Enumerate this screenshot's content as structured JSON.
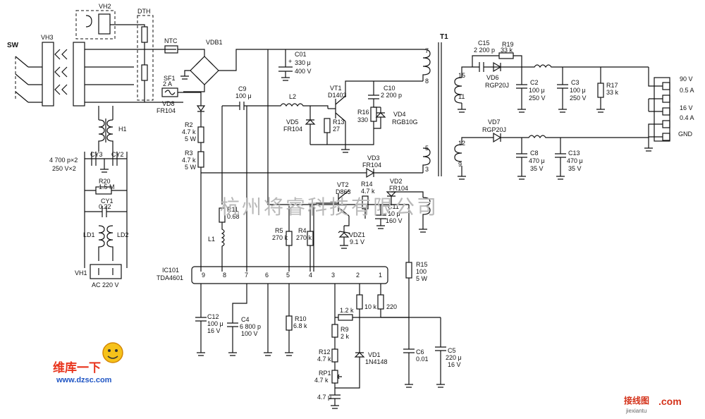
{
  "labels": {
    "sw": "SW",
    "vh3": "VH3",
    "vh2": "VH2",
    "dth": "DTH",
    "ntc": "NTC",
    "vdb1": "VDB1",
    "sf1": "SF1",
    "sf1_val": "2 A",
    "vd8": "VD8",
    "vd8_val": "FR104",
    "r2": "R2",
    "r2_val1": "4.7 k",
    "r2_val2": "5 W",
    "r3": "R3",
    "r3_val1": "4.7 k",
    "r3_val2": "5 W",
    "h1": "H1",
    "cy_val1": "4 700 p×2",
    "cy_val2": "250 V×2",
    "cy3": "CY3",
    "cy2": "CY2",
    "r20": "R20",
    "r20_val": "1.5 M",
    "cy1": "CY1",
    "cy1_val": "0.22",
    "ld1": "LD1",
    "ld2": "LD2",
    "vh1": "VH1",
    "ac": "AC 220 V",
    "c01": "C01",
    "c01_val1": "330 μ",
    "c01_val2": "400 V",
    "c9": "C9",
    "c9_val": "100 μ",
    "l2": "L2",
    "vt1": "VT1",
    "vt1_val": "D1403",
    "c10": "C10",
    "c10_val": "2 200 p",
    "vd5": "VD5",
    "vd5_val": "FR104",
    "r13": "R13",
    "r13_val": "27",
    "r16": "R16",
    "r16_val": "330",
    "vd4": "VD4",
    "vd4_val": "RGB10G",
    "vd3": "VD3",
    "vd3_val": "FR104",
    "vt2": "VT2",
    "vt2_val": "D863",
    "r14": "R14",
    "r14_val": "4.7 k",
    "vd2": "VD2",
    "vd2_val": "FR104",
    "r11": "R11",
    "r11_val": "0.68",
    "c11": "C11",
    "c11_val1": "10 μ",
    "c11_val2": "160 V",
    "vdz1": "VDZ1",
    "vdz1_val": "9.1 V",
    "l1": "L1",
    "r5": "R5",
    "r5_val": "270 k",
    "r4": "R4",
    "r4_val": "270 k",
    "ic101": "IC101",
    "ic101_val": "TDA4601",
    "r15": "R15",
    "r15_val1": "100",
    "r15_val2": "5 W",
    "c12": "C12",
    "c12_val1": "100 μ",
    "c12_val2": "16 V",
    "c4": "C4",
    "c4_val1": "6 800 p",
    "c4_val2": "100 V",
    "r10": "R10",
    "r10_val": "6.8 k",
    "r_12k": "1.2 k",
    "r_10k": "10 k",
    "r_220": "220",
    "r9": "R9",
    "r9_val": "2 k",
    "r12": "R12",
    "r12_val": "4.7 k",
    "rp1": "RP1",
    "rp1_val": "4.7 k",
    "vd1": "VD1",
    "vd1_val": "1N4148",
    "c6": "C6",
    "c6_val": "0.01",
    "c5": "C5",
    "c5_val1": "220 μ",
    "c5_val2": "16 V",
    "bot_47k": "4.7 μ",
    "t1": "T1",
    "c15": "C15",
    "c15_val": "2 200 p",
    "r19": "R19",
    "r19_val": "33 k",
    "vd6": "VD6",
    "vd6_val": "RGP20J",
    "c2": "C2",
    "c2_val1": "100 μ",
    "c2_val2": "250 V",
    "c3": "C3",
    "c3_val1": "100 μ",
    "c3_val2": "250 V",
    "r17": "R17",
    "r17_val": "33 k",
    "out_90v": "90 V",
    "out_05a": "0.5 A",
    "out_16v": "16 V",
    "out_04a": "0.4 A",
    "out_gnd": "GND",
    "vd7": "VD7",
    "vd7_val": "RGP20J",
    "c8": "C8",
    "c8_val1": "470 μ",
    "c8_val2": "35 V",
    "c13": "C13",
    "c13_val1": "470 μ",
    "c13_val2": "35 V",
    "pin15": "15",
    "pin11": "11",
    "pin12": "12",
    "pin9": "9",
    "pin7": "7",
    "pin8": "8",
    "pin5": "5",
    "pin3": "3",
    "ic_p9": "9",
    "ic_p8": "8",
    "ic_p7": "7",
    "ic_p6": "6",
    "ic_p5": "5",
    "ic_p4": "4",
    "ic_p3": "3",
    "ic_p2": "2",
    "ic_p1": "1"
  },
  "watermark": "杭州将睿科技有限公司",
  "logo": {
    "line1": "维库一下",
    "url": "www.dzsc.com"
  },
  "corner_logo": {
    "text1": "接线图",
    "text2": ".com",
    "url": "jiexiantu"
  }
}
